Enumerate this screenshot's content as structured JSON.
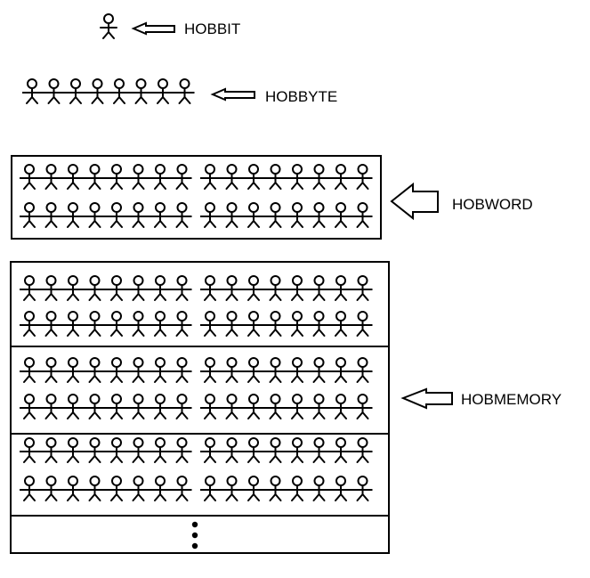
{
  "labels": {
    "hobbit": "HOBBIT",
    "hobbyte": "HOBBYTE",
    "hobword": "HOBWORD",
    "hobmemory": "HOBMEMORY"
  },
  "counts": {
    "hobbit_figures": 1,
    "hobbyte_figures": 8,
    "hobword_bytes_per_row": 2,
    "hobword_rows": 2,
    "hobmemory_words_shown": 3
  },
  "continuation_mark": "vertical-ellipsis",
  "colors": {
    "ink": "#000000",
    "background": "#ffffff"
  },
  "icons": [
    "stick-figure-icon",
    "left-arrow-icon"
  ]
}
